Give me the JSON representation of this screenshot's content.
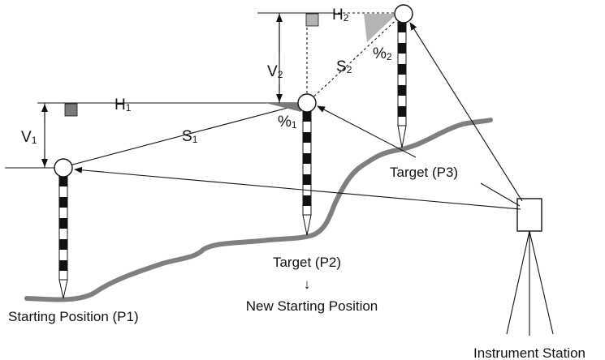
{
  "labels": {
    "starting_position": "Starting Position (P1)",
    "target_p2": "Target (P2)",
    "down_arrow": "↓",
    "new_starting_position": "New Starting Position",
    "target_p3": "Target (P3)",
    "instrument_station": "Instrument Station"
  },
  "symbols": {
    "h1": {
      "base": "H",
      "sub": "1"
    },
    "h2": {
      "base": "H",
      "sub": "2"
    },
    "v1": {
      "base": "V",
      "sub": "1"
    },
    "v2": {
      "base": "V",
      "sub": "2"
    },
    "s1": {
      "base": "S",
      "sub": "1"
    },
    "s2": {
      "base": "S",
      "sub": "2"
    },
    "pct1": {
      "base": "%",
      "sub": "1"
    },
    "pct2": {
      "base": "%",
      "sub": "2"
    }
  },
  "colors": {
    "ground": "#7f7f7f",
    "triangle_dark": "#7a7a7a",
    "triangle_light": "#b4b4b4",
    "ink": "#111111"
  }
}
